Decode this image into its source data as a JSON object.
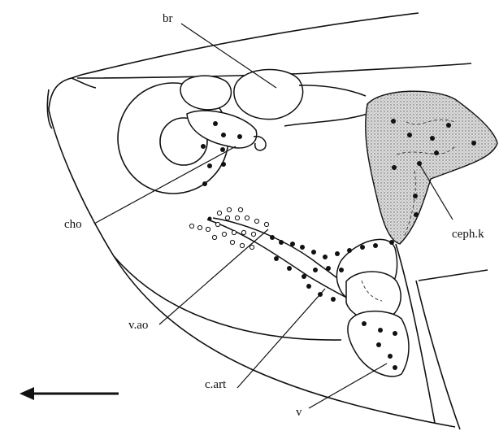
{
  "labels": {
    "br": "br",
    "cho": "cho",
    "ceph_k": "ceph.k",
    "v_ao": "v.ao",
    "c_art": "c.art",
    "v": "v"
  },
  "colors": {
    "ink": "#111111",
    "stipple_fill": "#c8c8c8",
    "background": "#ffffff"
  },
  "icons": {
    "direction_arrow": "left-arrow-icon"
  }
}
